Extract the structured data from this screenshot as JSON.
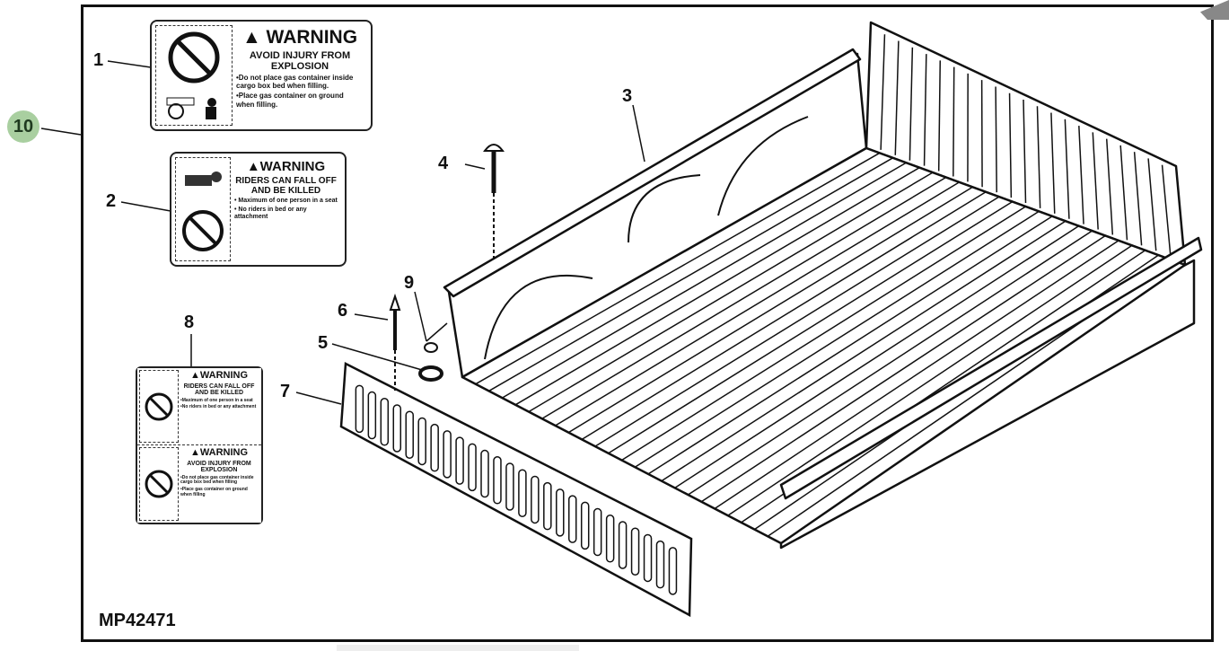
{
  "diagram": {
    "doc_number": "MP42471",
    "selected_callout": "10",
    "callouts": [
      "1",
      "2",
      "3",
      "4",
      "5",
      "6",
      "7",
      "8",
      "9"
    ],
    "labels": {
      "label1": {
        "warning": "▲ WARNING",
        "headline": "AVOID INJURY FROM EXPLOSION",
        "bullets": [
          "•Do not place gas container inside cargo box bed when filling.",
          "•Place gas container on ground when filling."
        ]
      },
      "label2": {
        "warning": "▲WARNING",
        "headline": "RIDERS CAN FALL OFF AND BE KILLED",
        "bullets": [
          "• Maximum of one person in a seat",
          "• No riders in bed or any attachment"
        ]
      },
      "label8a": {
        "warning": "▲WARNING",
        "headline": "RIDERS CAN FALL OFF AND BE KILLED",
        "bullets": [
          "•Maximum of one person in a seat",
          "•No riders in bed or any attachment"
        ]
      },
      "label8b": {
        "warning": "▲WARNING",
        "headline": "AVOID INJURY FROM EXPLOSION",
        "bullets": [
          "•Do not place gas container inside cargo box bed when filling",
          "•Place gas container on ground when filling"
        ]
      }
    },
    "badge_color": "#a9cfa0"
  }
}
